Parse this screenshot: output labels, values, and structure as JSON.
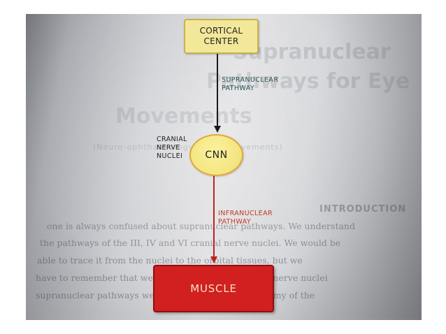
{
  "diagram": {
    "nodes": {
      "cortical_center": {
        "lines": [
          "CORTICAL",
          "CENTER"
        ]
      },
      "cnn": {
        "label": "CNN"
      },
      "muscle": {
        "label": "MUSCLE"
      }
    },
    "edges": {
      "supranuclear": {
        "lines": [
          "SUPRANUCLEAR",
          "PATHWAY"
        ],
        "color": "#1a1a1a"
      },
      "infranuclear": {
        "lines": [
          "INFRANUCLEAR",
          "PATHWAY"
        ],
        "color": "#c0221c"
      }
    },
    "cnn_side_label": {
      "lines": [
        "CRANIAL",
        "NERVE",
        "NUCLEI"
      ]
    }
  },
  "background_page": {
    "title_lines": [
      "Supranuclear",
      "Pathways for Eye",
      "Movements"
    ],
    "subtitle": "(Neuro-ophthalmology of Eye Movements)",
    "section_heading": "INTRODUCTION",
    "body_lines": [
      "one is always confused about supranuclear pathways. We understand",
      "the pathways of the III, IV and VI cranial nerve nuclei. We would be",
      "able to trace it from the nuclei to the orbital tissues, but we",
      "have to remember that we are discussing the cranial nerve nuclei",
      "supranuclear pathways we also understand the anatomy of the"
    ]
  },
  "colors": {
    "yellow_fill": "#f3e79a",
    "red_fill": "#d21f1f",
    "supranuclear_text": "#2c5a56",
    "infranuclear_text": "#c23a2a"
  }
}
